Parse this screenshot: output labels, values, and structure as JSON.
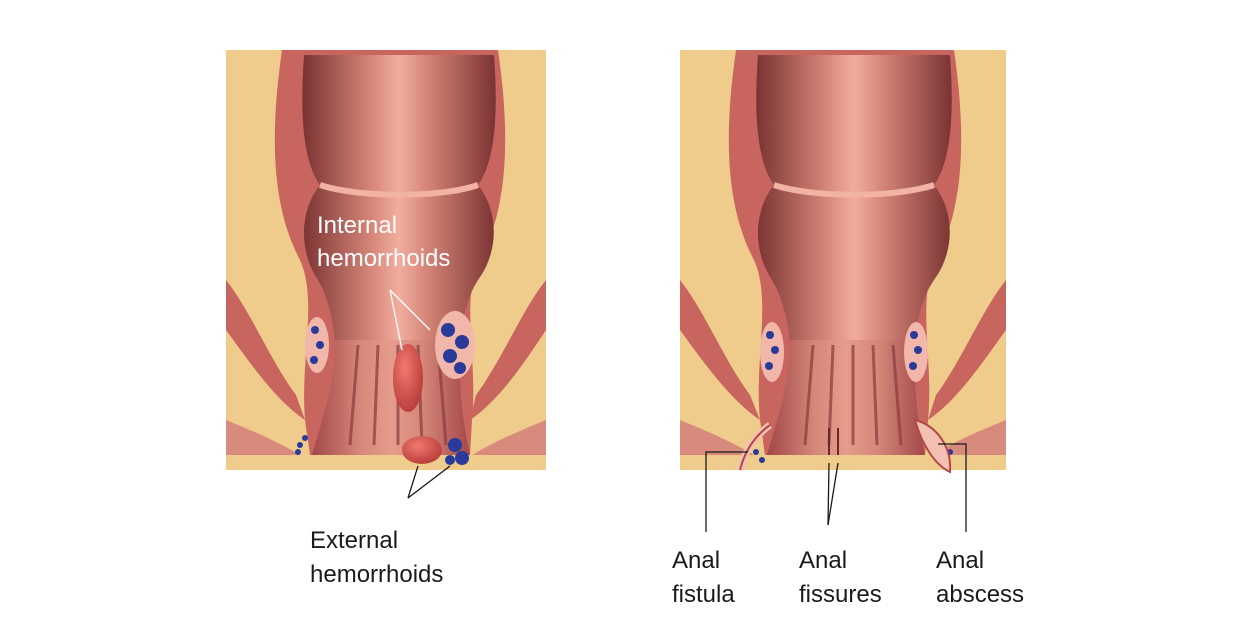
{
  "labels": {
    "internal_line1": "Internal",
    "internal_line2": "hemorrhoids",
    "external_line1": "External",
    "external_line2": "hemorrhoids",
    "fistula_line1": "Anal",
    "fistula_line2": "fistula",
    "fissures_line1": "Anal",
    "fissures_line2": "fissures",
    "abscess_line1": "Anal",
    "abscess_line2": "abscess"
  },
  "colors": {
    "fat": "#efcc8c",
    "muscle": "#c8655e",
    "mucosa": "#d98b7e",
    "lumen_dark": "#8e3f3e",
    "lumen_light": "#f0a596",
    "vein": "#2a3a9a",
    "hemorrhoid": "#d9544e"
  }
}
